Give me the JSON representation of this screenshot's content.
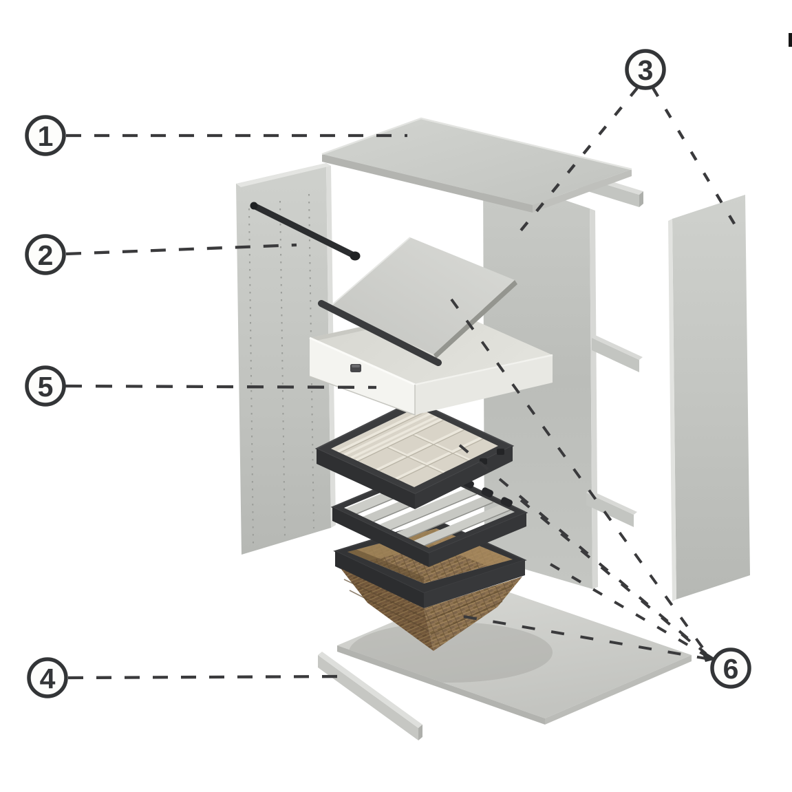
{
  "diagram": {
    "type": "exploded-assembly-diagram",
    "subject": "wardrobe-interior-organizer-unit",
    "callouts": [
      {
        "label": "1",
        "part": "top-panel"
      },
      {
        "label": "2",
        "part": "clothes-rail"
      },
      {
        "label": "3",
        "part": "side-panels"
      },
      {
        "label": "4",
        "part": "base-rail"
      },
      {
        "label": "5",
        "part": "drawer"
      },
      {
        "label": "6",
        "part": "pull-out-accessories"
      }
    ],
    "colors": {
      "background": "#ffffff",
      "leader_line": "#3a3a3c",
      "callout_stroke": "#333537",
      "panel_light": "#cbcdc9",
      "panel_mid": "#b9bbb7",
      "frame_dark": "#343537",
      "drawer_white": "#f3f3ef",
      "insert_cream": "#d9d4c8",
      "wicker_brown": "#8a6f4f",
      "rod_black": "#2b2d2f"
    }
  }
}
